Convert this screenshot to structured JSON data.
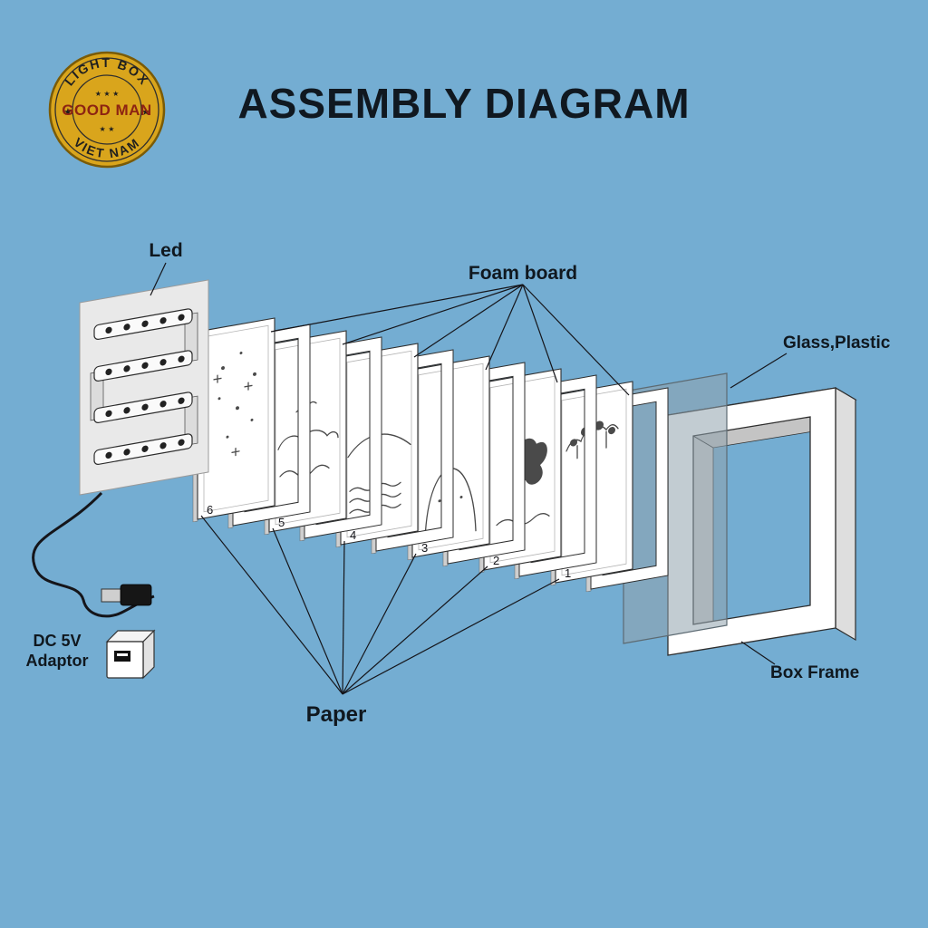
{
  "title": "ASSEMBLY DIAGRAM",
  "logo": {
    "arc_top": "LIGHT BOX",
    "center": "GOOD MAN",
    "arc_bottom": "VIET NAM"
  },
  "labels": {
    "led": "Led",
    "foam_board": "Foam board",
    "glass_plastic": "Glass,Plastic",
    "box_frame": "Box Frame",
    "paper": "Paper",
    "adaptor_line1": "DC 5V",
    "adaptor_line2": "Adaptor"
  },
  "layer_numbers": [
    "6",
    "5",
    "4",
    "3",
    "2",
    "1"
  ],
  "colors": {
    "background": "#74add2",
    "logo_gold": "#d9a51c",
    "logo_center_text": "#8d2412",
    "label_text": "#10181f"
  }
}
